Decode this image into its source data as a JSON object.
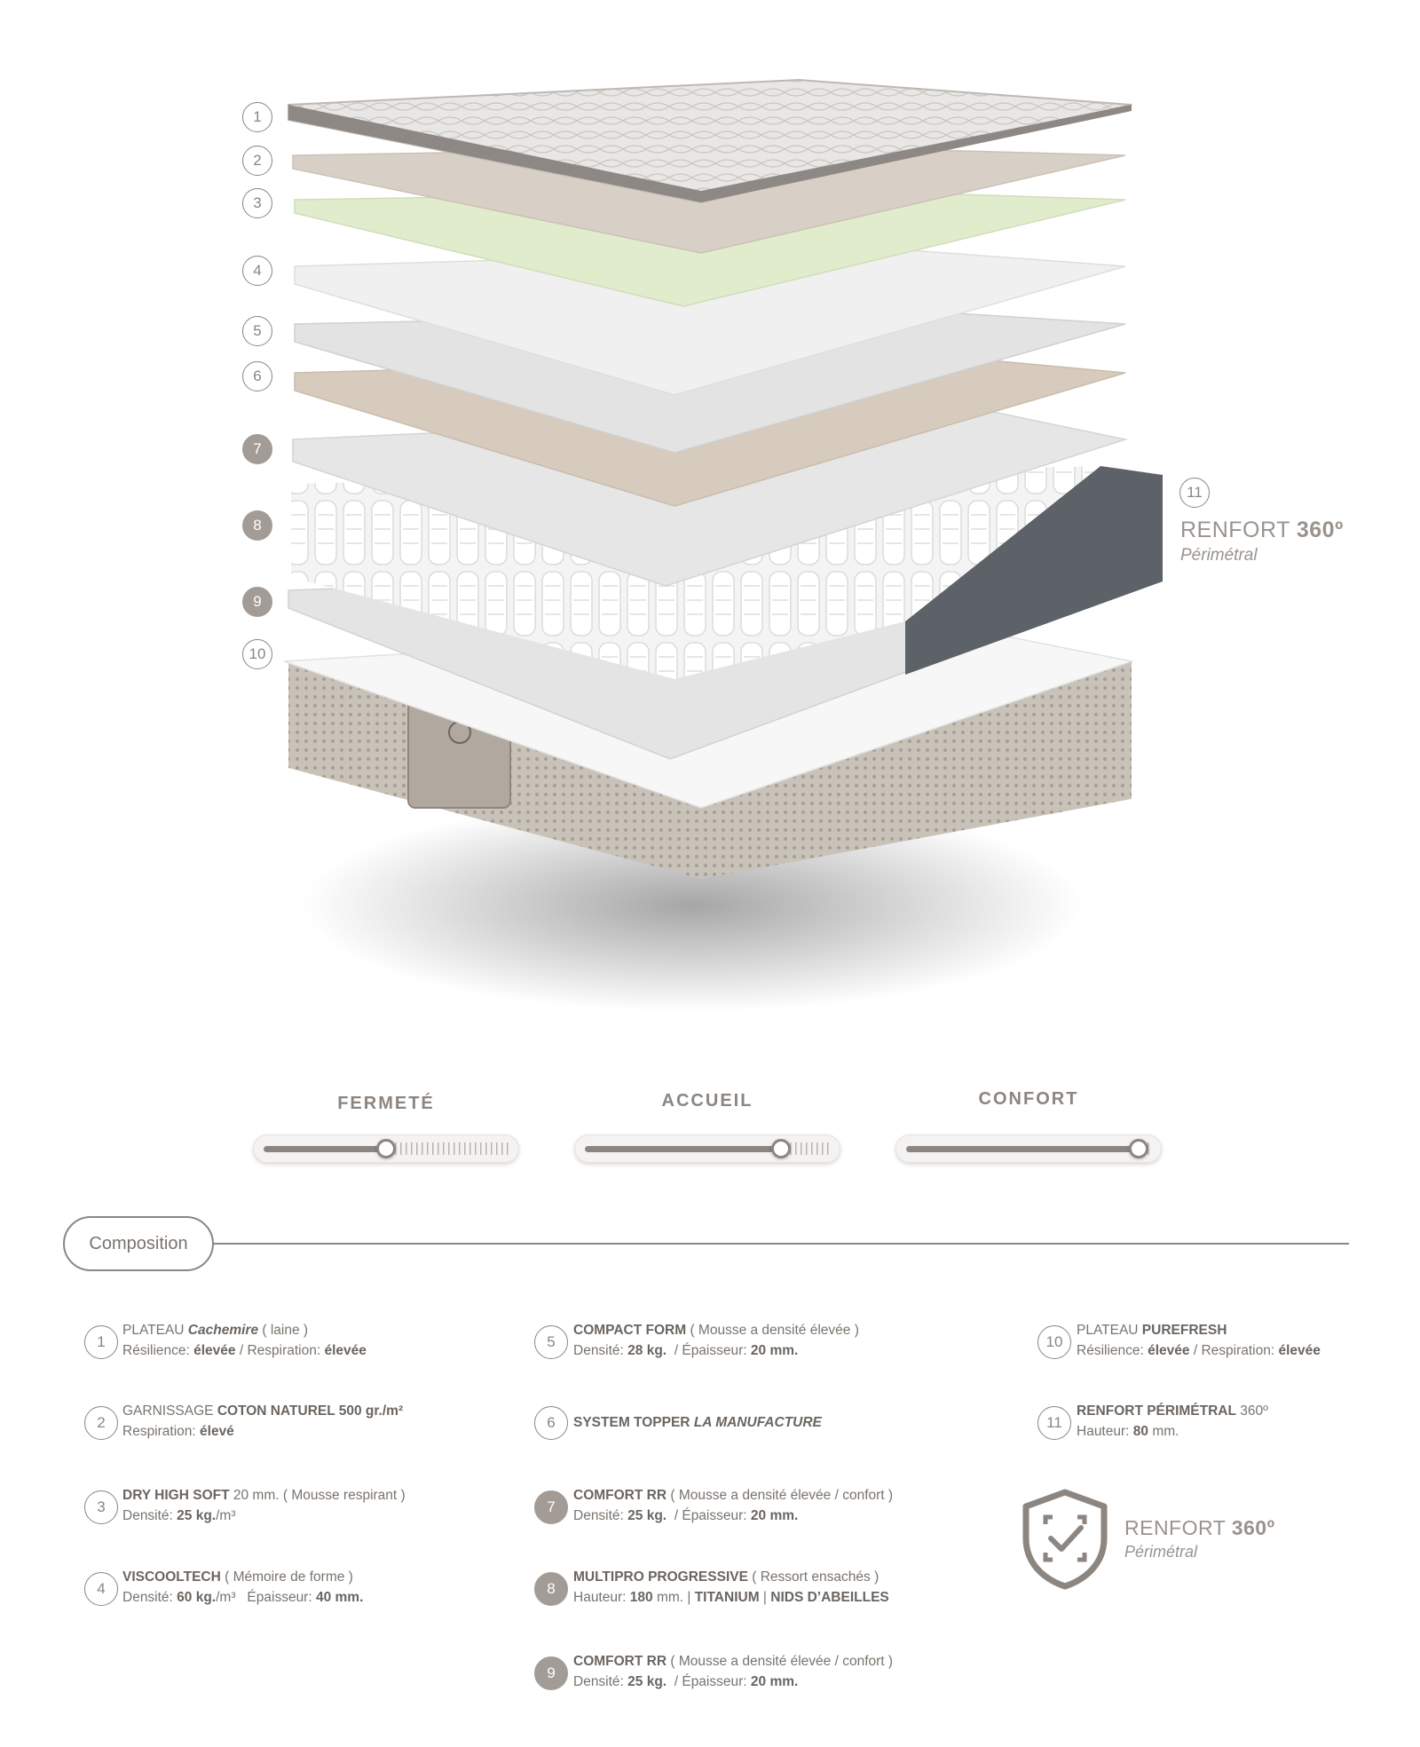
{
  "markers": [
    {
      "n": "1",
      "filled": false
    },
    {
      "n": "2",
      "filled": false
    },
    {
      "n": "3",
      "filled": false
    },
    {
      "n": "4",
      "filled": false
    },
    {
      "n": "5",
      "filled": false
    },
    {
      "n": "6",
      "filled": false
    },
    {
      "n": "7",
      "filled": true
    },
    {
      "n": "8",
      "filled": true
    },
    {
      "n": "9",
      "filled": true
    },
    {
      "n": "10",
      "filled": false
    },
    {
      "n": "11",
      "filled": false
    }
  ],
  "renfort": {
    "title": "RENFORT ",
    "title_bold": "360º",
    "subtitle": "Périmétral"
  },
  "sliders": [
    {
      "label": "FERMETÉ",
      "level": 0.5
    },
    {
      "label": "ACCUEIL",
      "level": 0.8
    },
    {
      "label": "CONFORT",
      "level": 0.95
    }
  ],
  "composition_label": "Composition",
  "items": [
    {
      "n": "1",
      "filled": false,
      "l1": "PLATEAU <b><i>Cachemire</i></b> ( laine )",
      "l2": "Résilience: <b>élevée</b> / Respiration: <b>élevée</b>"
    },
    {
      "n": "2",
      "filled": false,
      "l1": "GARNISSAGE <b>COTON NATUREL 500 gr./m²</b>",
      "l2": "Respiration: <b>élevé</b>"
    },
    {
      "n": "3",
      "filled": false,
      "l1": "<b>DRY HIGH SOFT</b> 20 mm. ( Mousse respirant )",
      "l2": "Densité: <b>25 kg.</b>/m³"
    },
    {
      "n": "4",
      "filled": false,
      "l1": "<b>VISCOOLTECH</b> ( Mémoire de forme )",
      "l2": "Densité: <b>60 kg.</b>/m³ &nbsp; Épaisseur: <b>40 mm.</b>"
    },
    {
      "n": "5",
      "filled": false,
      "l1": "<b>COMPACT FORM</b> ( Mousse a densité élevée )",
      "l2": "Densité: <b>28 kg.</b> &nbsp;/ Épaisseur: <b>20 mm.</b>"
    },
    {
      "n": "6",
      "filled": false,
      "l1": "<b>SYSTEM TOPPER <i>LA MANUFACTURE</i></b>",
      "l2": ""
    },
    {
      "n": "7",
      "filled": true,
      "l1": "<b>COMFORT RR</b> ( Mousse a densité élevée / confort )",
      "l2": "Densité: <b>25 kg.</b> &nbsp;/ Épaisseur: <b>20 mm.</b>"
    },
    {
      "n": "8",
      "filled": true,
      "l1": "<b>MULTIPRO PROGRESSIVE</b> ( Ressort ensachés )",
      "l2": "Hauteur: <b>180</b> mm. | <b>TITANIUM</b> | <b>NIDS D’ABEILLES</b>"
    },
    {
      "n": "9",
      "filled": true,
      "l1": "<b>COMFORT RR</b> ( Mousse a densité élevée / confort )",
      "l2": "Densité: <b>25 kg.</b> &nbsp;/ Épaisseur: <b>20 mm.</b>"
    },
    {
      "n": "10",
      "filled": false,
      "l1": "PLATEAU <b>PUREFRESH</b>",
      "l2": "Résilience: <b>élevée</b> / Respiration: <b>élevée</b>"
    },
    {
      "n": "11",
      "filled": false,
      "l1": "<b>RENFORT PÉRIMÉTRAL</b> 360º",
      "l2": "Hauteur: <b>80</b> mm."
    }
  ],
  "colors": {
    "accent": "#8c8580",
    "text": "#7a736d",
    "filled": "#a39c96"
  },
  "icons": [
    "shield-check-icon"
  ]
}
